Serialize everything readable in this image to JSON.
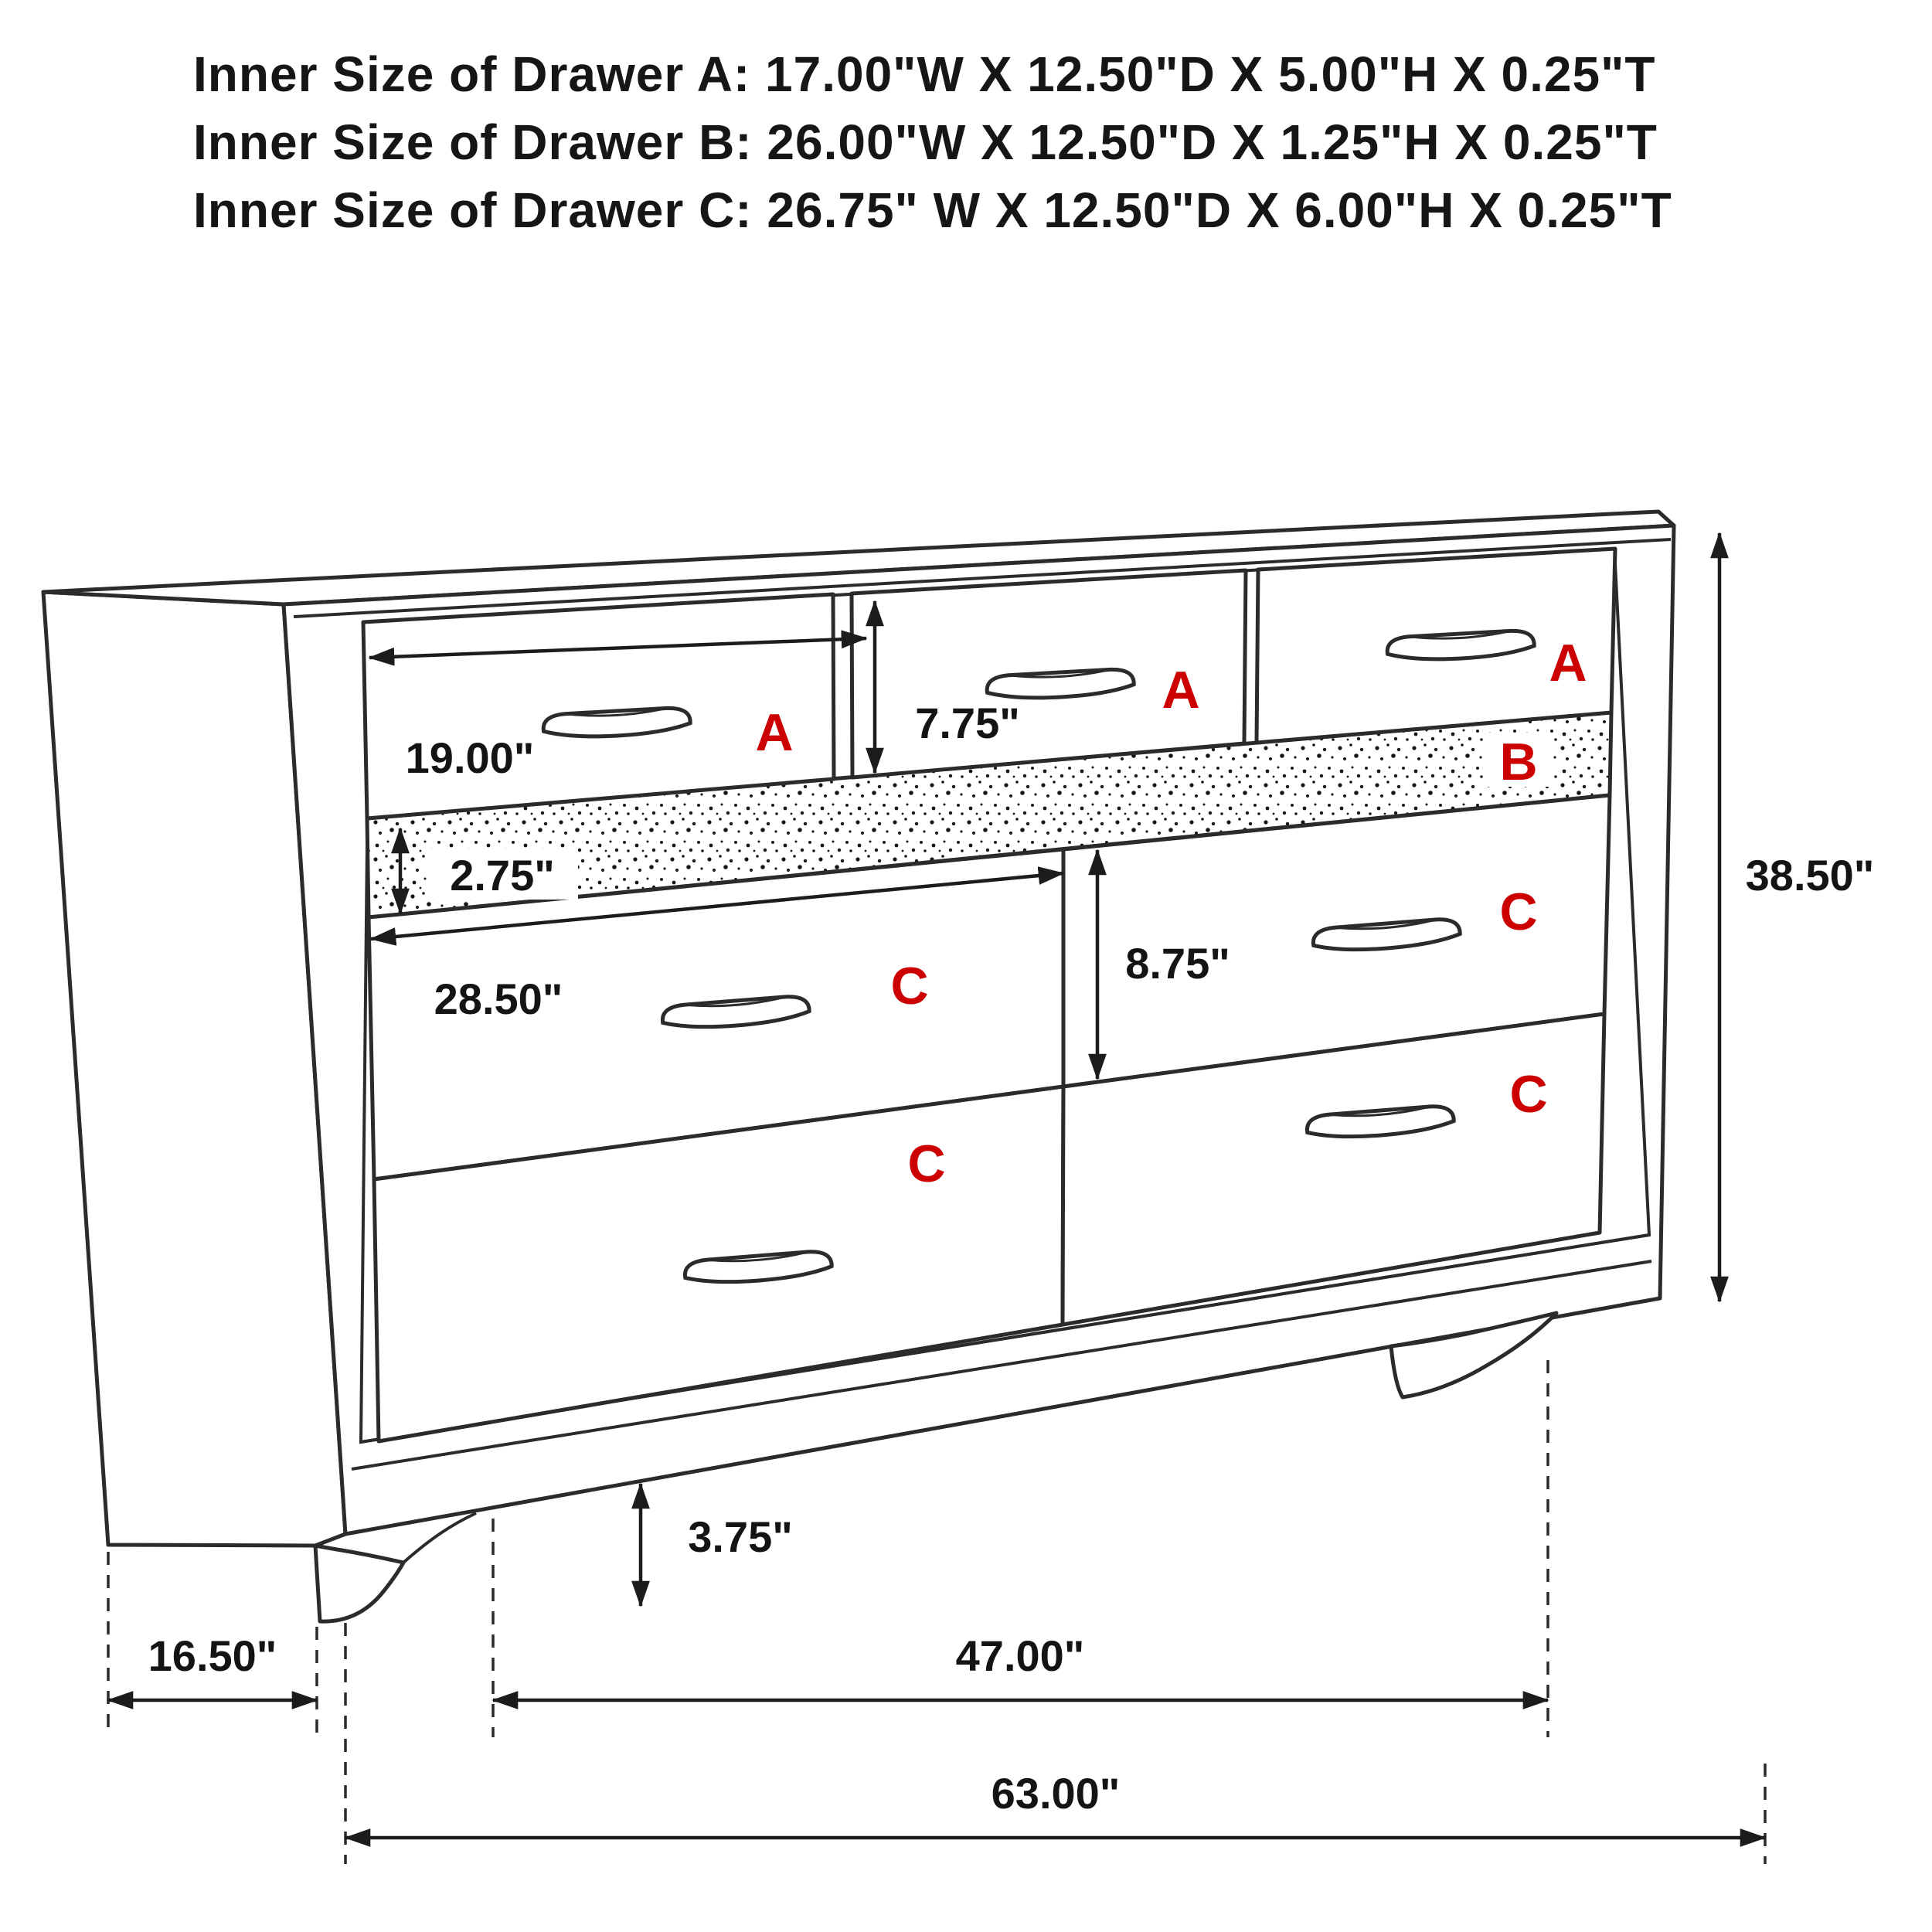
{
  "header": {
    "lines": [
      "Inner Size of Drawer A: 17.00\"W X 12.50\"D X 5.00\"H X 0.25\"T",
      "Inner Size of Drawer B: 26.00\"W X 12.50\"D X 1.25\"H X 0.25\"T",
      "Inner Size of Drawer C: 26.75\" W X 12.50\"D X 6.00\"H X 0.25\"T"
    ]
  },
  "letters": {
    "top_left": "A",
    "top_middle": "A",
    "top_right": "A",
    "tray": "B",
    "mid_left": "C",
    "mid_right": "C",
    "bottom_left": "C",
    "bottom_right": "C"
  },
  "dims": {
    "drawer_a_width": "19.00\"",
    "drawer_a_height": "7.75\"",
    "tray_height": "2.75\"",
    "drawer_c_width": "28.50\"",
    "drawer_c_height": "8.75\"",
    "overall_height": "38.50\"",
    "leg_height": "3.75\"",
    "overall_depth": "16.50\"",
    "leg_span": "47.00\"",
    "overall_width": "63.00\""
  },
  "colors": {
    "label_red": "#cc0000",
    "line": "#2b2b2b",
    "text": "#161616",
    "background": "#ffffff"
  }
}
